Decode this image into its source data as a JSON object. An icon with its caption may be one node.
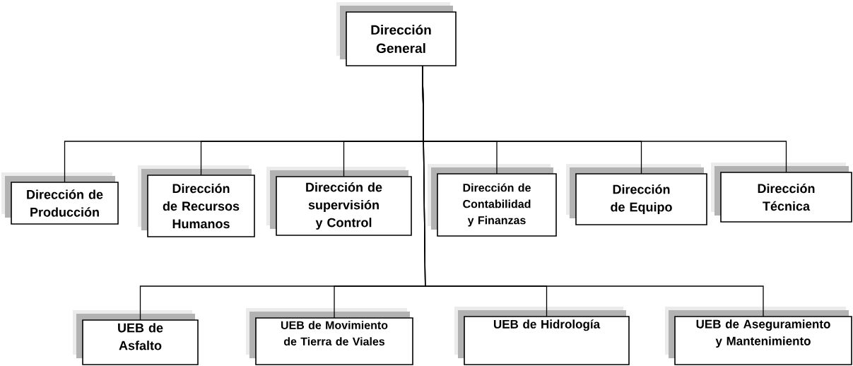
{
  "diagram": {
    "nodes": [
      {
        "text": [
          "Dirección General"
        ]
      },
      {
        "text": [
          "Dirección de Producción"
        ]
      },
      {
        "text": [
          "Dirección de Recursos Humanos"
        ]
      },
      {
        "text": [
          "Dirección de supervisión y Control"
        ]
      },
      {
        "text": [
          "Dirección de Contabilidad y Finanzas"
        ]
      },
      {
        "text": [
          "Dirección de Equipo"
        ]
      },
      {
        "text": [
          "Dirección Técnica"
        ]
      },
      {
        "text": [
          "UEB de Asfalto"
        ]
      },
      {
        "text": [
          "UEB de Movimiento de Tierra de Viales"
        ]
      },
      {
        "text": [
          "UEB de Hidrología"
        ]
      },
      {
        "text": [
          "UEB de Aseguramiento y Mantenimiento"
        ]
      }
    ],
    "edges": [
      {
        "from": 0,
        "to": 1,
        "arrow": "none"
      },
      {
        "from": 0,
        "to": 2,
        "arrow": "none"
      },
      {
        "from": 0,
        "to": 3,
        "arrow": "none"
      },
      {
        "from": 0,
        "to": 4,
        "arrow": "none"
      },
      {
        "from": 0,
        "to": 5,
        "arrow": "none"
      },
      {
        "from": 0,
        "to": 6,
        "arrow": "none"
      },
      {
        "from": 0,
        "to": 7,
        "arrow": "none"
      },
      {
        "from": 0,
        "to": 8,
        "arrow": "none"
      },
      {
        "from": 0,
        "to": 9,
        "arrow": "none"
      },
      {
        "from": 0,
        "to": 10,
        "arrow": "none"
      }
    ]
  }
}
